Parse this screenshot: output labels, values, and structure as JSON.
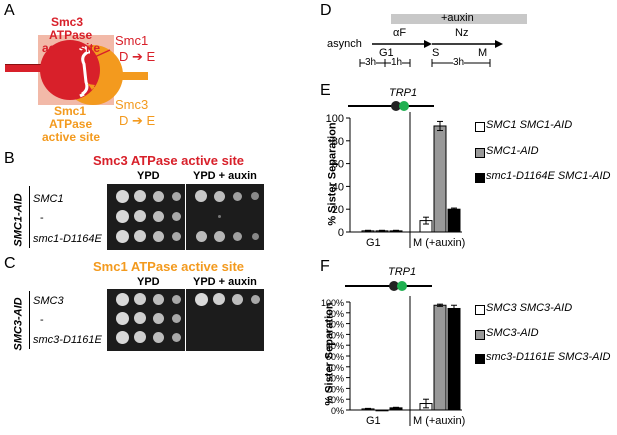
{
  "panels": {
    "A": {
      "letter": "A",
      "left_site_title": [
        "Smc3",
        "ATPase",
        "active site"
      ],
      "left_site_bottom": [
        "Smc1",
        "ATPase",
        "active site"
      ],
      "smc1_label": "Smc1",
      "smc1_mut": "D ➔ E",
      "smc3_label": "Smc3",
      "smc3_mut": "D ➔ E",
      "colors": {
        "red": "#d8202a",
        "orange": "#f39a1e",
        "pink": "#f2b9a8"
      }
    },
    "B": {
      "letter": "B",
      "title": "Smc3 ATPase active site",
      "side_label": "SMC1-AID",
      "rows": [
        "SMC1",
        "-",
        "smc1-D1164E"
      ],
      "col_headers": [
        "YPD",
        "YPD + auxin"
      ]
    },
    "C": {
      "letter": "C",
      "title": "Smc1 ATPase active site",
      "side_label": "SMC3-AID",
      "rows": [
        "SMC3",
        "-",
        "smc3-D1161E"
      ],
      "col_headers": [
        "YPD",
        "YPD + auxin"
      ]
    },
    "D": {
      "letter": "D",
      "auxin": "+auxin",
      "asynch": "asynch",
      "aF": "αF",
      "Nz": "Nz",
      "G1": "G1",
      "S": "S",
      "M": "M",
      "t1": "3h",
      "t2": "1h",
      "t3": "3h"
    },
    "E": {
      "letter": "E",
      "gene": "TRP1",
      "legend": [
        "SMC1 SMC1-AID",
        "SMC1-AID",
        "smc1-D1164E SMC1-AID"
      ]
    },
    "F": {
      "letter": "F",
      "gene": "TRP1",
      "legend": [
        "SMC3 SMC3-AID",
        "SMC3-AID",
        "smc3-D1161E SMC3-AID"
      ]
    }
  },
  "chart_data": [
    {
      "type": "bar",
      "panel": "E",
      "ylabel": "% Sister Separation",
      "ylim": [
        0,
        100
      ],
      "yticks": [
        0,
        20,
        40,
        60,
        80,
        100
      ],
      "categories": [
        "G1",
        "M (+auxin)"
      ],
      "series": [
        {
          "name": "SMC1 SMC1-AID",
          "color": "#ffffff",
          "values": [
            1,
            10
          ],
          "errors": [
            0.5,
            3
          ]
        },
        {
          "name": "SMC1-AID",
          "color": "#999999",
          "values": [
            1,
            93
          ],
          "errors": [
            0.5,
            4
          ]
        },
        {
          "name": "smc1-D1164E SMC1-AID",
          "color": "#000000",
          "values": [
            1,
            20
          ],
          "errors": [
            0.5,
            1
          ]
        }
      ]
    },
    {
      "type": "bar",
      "panel": "F",
      "ylabel": "% Sister Separation",
      "ylim": [
        0,
        100
      ],
      "yticks": [
        0,
        10,
        20,
        30,
        40,
        50,
        60,
        70,
        80,
        90,
        100
      ],
      "ytick_labels": [
        "0%",
        "10%",
        "20%",
        "30%",
        "40%",
        "50%",
        "60%",
        "70%",
        "80%",
        "90%",
        "100%"
      ],
      "categories": [
        "G1",
        "M (+auxin)"
      ],
      "series": [
        {
          "name": "SMC3 SMC3-AID",
          "color": "#ffffff",
          "values": [
            1,
            6
          ],
          "errors": [
            0.5,
            4
          ]
        },
        {
          "name": "SMC3-AID",
          "color": "#999999",
          "values": [
            0,
            97
          ],
          "errors": [
            0,
            1
          ]
        },
        {
          "name": "smc3-D1161E SMC3-AID",
          "color": "#000000",
          "values": [
            2,
            94
          ],
          "errors": [
            0.5,
            3
          ]
        }
      ]
    }
  ]
}
